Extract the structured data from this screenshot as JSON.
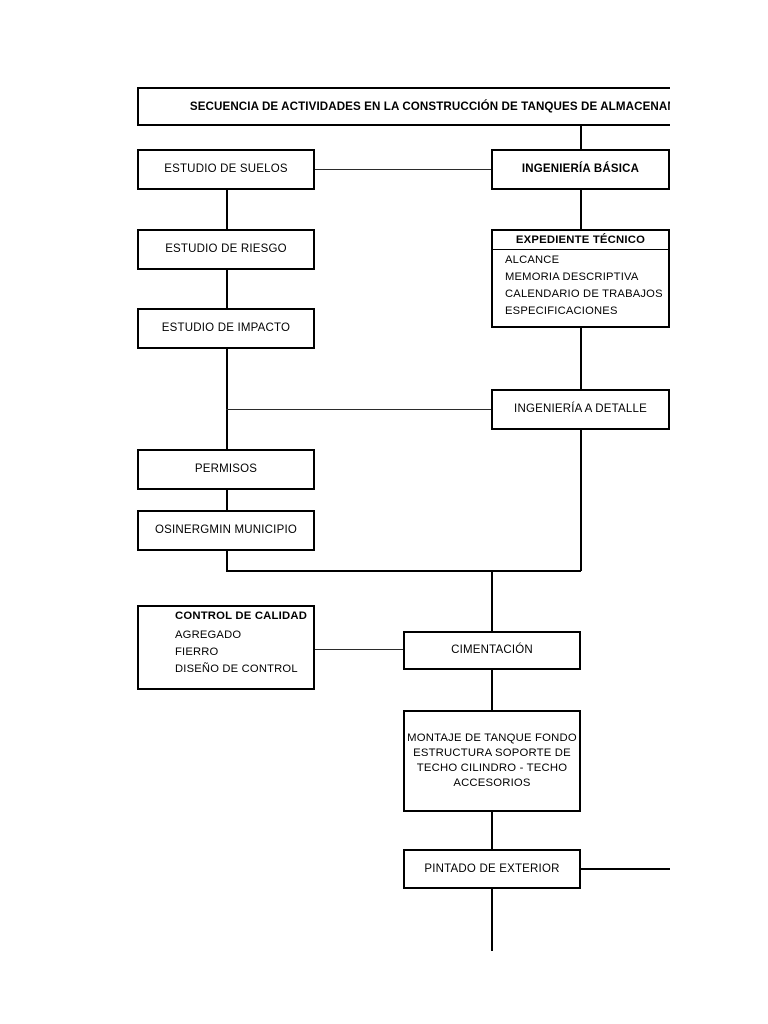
{
  "document": {
    "title": "SECUENCIA DE ACTIVIDADES EN LA CONSTRUCCIÓN DE TANQUES DE ALMACENAM",
    "type": "flowchart"
  },
  "nodes": {
    "estudio_suelos": {
      "label": "ESTUDIO DE SUELOS"
    },
    "estudio_riesgo": {
      "label": "ESTUDIO DE RIESGO"
    },
    "estudio_impacto": {
      "label": "ESTUDIO DE IMPACTO"
    },
    "permisos": {
      "label": "PERMISOS"
    },
    "osinergmin": {
      "label": "OSINERGMIN MUNICIPIO"
    },
    "ingenieria_basica": {
      "label": "INGENIERÍA BÁSICA"
    },
    "expediente_tecnico": {
      "header": "EXPEDIENTE TÉCNICO",
      "items": [
        "ALCANCE",
        "MEMORIA DESCRIPTIVA",
        "CALENDARIO DE TRABAJOS",
        "ESPECIFICACIONES"
      ]
    },
    "ingenieria_detalle": {
      "label": "INGENIERÍA A DETALLE"
    },
    "control_calidad": {
      "header": "CONTROL DE CALIDAD",
      "items": [
        "AGREGADO",
        "FIERRO",
        "DISEÑO DE CONTROL"
      ]
    },
    "cimentacion": {
      "label": "CIMENTACIÓN"
    },
    "montaje": {
      "lines": [
        "MONTAJE DE TANQUE FONDO",
        "ESTRUCTURA SOPORTE DE",
        "TECHO CILINDRO - TECHO",
        "ACCESORIOS"
      ]
    },
    "pintado": {
      "label": "PINTADO DE EXTERIOR"
    }
  },
  "colors": {
    "stroke": "#000000",
    "background": "#ffffff",
    "text": "#000000"
  }
}
